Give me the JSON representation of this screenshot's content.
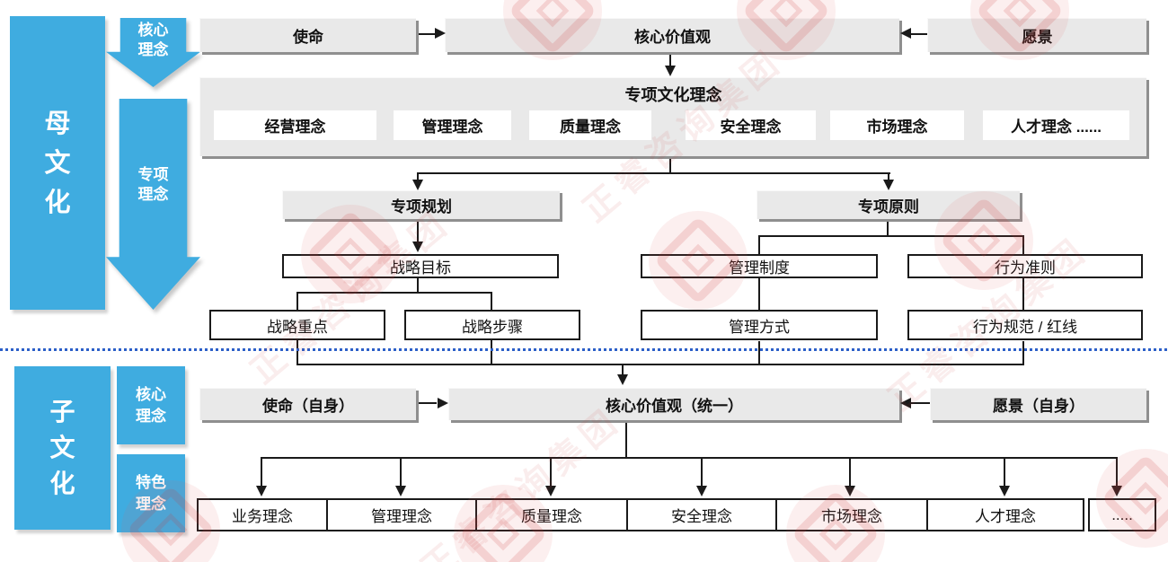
{
  "colors": {
    "blue": "#3FACE0",
    "divider_blue": "#2C5FC8",
    "box_gray": "#E9E9E9",
    "shadow_gray": "#8F8F8F",
    "line_black": "#1a1a1a"
  },
  "mother_section": {
    "rail_label": "母文化",
    "core_arrow_label": "核心理念",
    "special_arrow_label": "专项理念",
    "top_row": {
      "mission": "使命",
      "core_values": "核心价值观",
      "vision": "愿景"
    },
    "special_culture": {
      "title": "专项文化理念",
      "items": [
        "经营理念",
        "管理理念",
        "质量理念",
        "安全理念",
        "市场理念",
        "人才理念 ......"
      ]
    },
    "planning": {
      "title": "专项规划",
      "goal": "战略目标",
      "focus": "战略重点",
      "steps": "战略步骤"
    },
    "principles": {
      "title": "专项原则",
      "system": "管理制度",
      "conduct": "行为准则",
      "method": "管理方式",
      "norms": "行为规范 / 红线"
    }
  },
  "child_section": {
    "rail_label": "子文化",
    "core_label": "核心理念",
    "feature_label": "特色理念",
    "row": {
      "mission": "使命（自身）",
      "core_values": "核心价值观（统一）",
      "vision": "愿景（自身）"
    },
    "concepts": [
      "业务理念",
      "管理理念",
      "质量理念",
      "安全理念",
      "市场理念",
      "人才理念",
      "....."
    ]
  },
  "watermark": {
    "brand_text": "正睿咨询集团"
  }
}
